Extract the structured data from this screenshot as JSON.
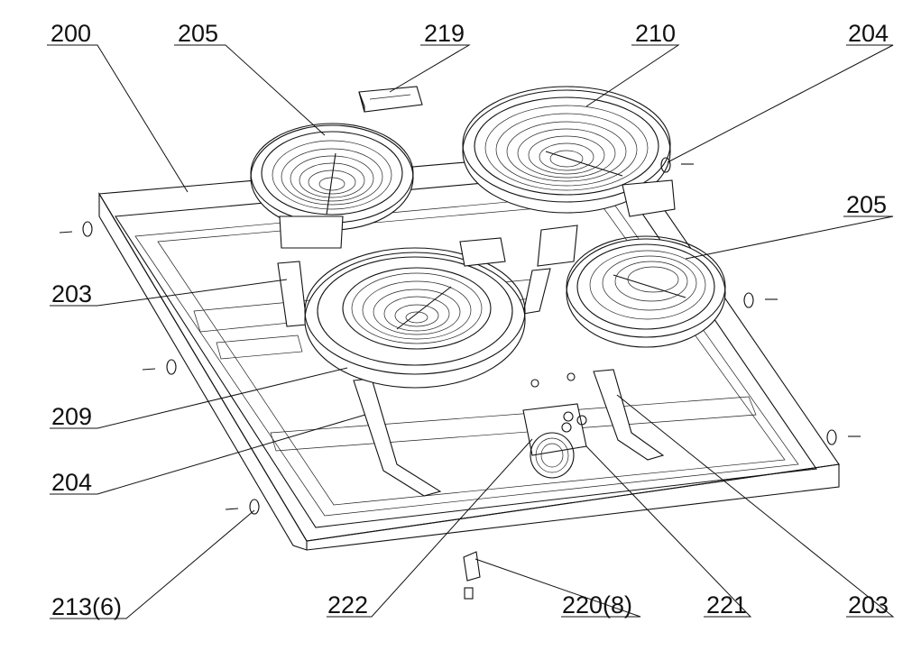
{
  "callouts": [
    {
      "id": "c200",
      "text": "200"
    },
    {
      "id": "c205a",
      "text": "205"
    },
    {
      "id": "c219",
      "text": "219"
    },
    {
      "id": "c210",
      "text": "210"
    },
    {
      "id": "c204a",
      "text": "204"
    },
    {
      "id": "c205b",
      "text": "205"
    },
    {
      "id": "c203a",
      "text": "203"
    },
    {
      "id": "c209",
      "text": "209"
    },
    {
      "id": "c204b",
      "text": "204"
    },
    {
      "id": "c213",
      "text": "213(6)"
    },
    {
      "id": "c222",
      "text": "222"
    },
    {
      "id": "c220",
      "text": "220(8)"
    },
    {
      "id": "c221",
      "text": "221"
    },
    {
      "id": "c203b",
      "text": "203"
    }
  ]
}
